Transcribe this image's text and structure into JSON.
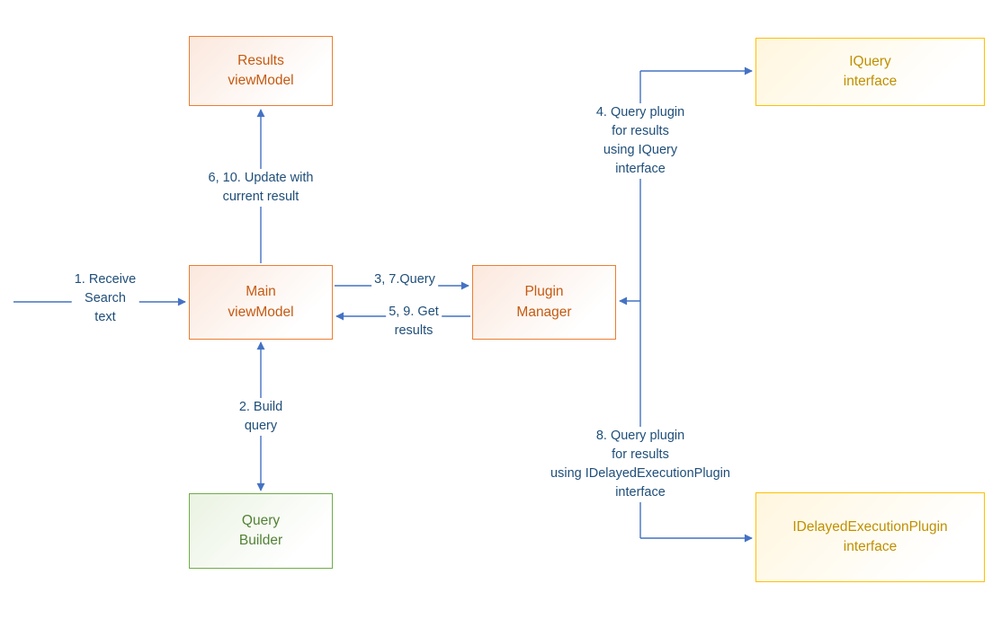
{
  "diagram": {
    "nodes": {
      "results_viewmodel": {
        "label": "Results\nviewModel"
      },
      "iquery_interface": {
        "label": "IQuery\ninterface"
      },
      "main_viewmodel": {
        "label": "Main\nviewModel"
      },
      "plugin_manager": {
        "label": "Plugin\nManager"
      },
      "query_builder": {
        "label": "Query\nBuilder"
      },
      "idelayed_interface": {
        "label": "IDelayedExecutionPlugin\ninterface"
      }
    },
    "edge_labels": {
      "receive_search": "1. Receive\nSearch\ntext",
      "update_result": "6, 10. Update with\ncurrent result",
      "query": "3, 7.Query",
      "get_results": "5, 9. Get\nresults",
      "build_query": "2. Build\nquery",
      "query_iquery": "4. Query plugin\nfor results\nusing IQuery\ninterface",
      "query_idelayed": "8. Query plugin\nfor results\nusing IDelayedExecutionPlugin\ninterface"
    },
    "colors": {
      "connector_blue": "#4472C4",
      "label_blue": "#1F4E79",
      "orange_border": "#ED7D31",
      "orange_text": "#C55A11",
      "gold_border": "#FFC000",
      "gold_text": "#BF9000",
      "green_border": "#70AD47",
      "green_text": "#538135"
    }
  }
}
